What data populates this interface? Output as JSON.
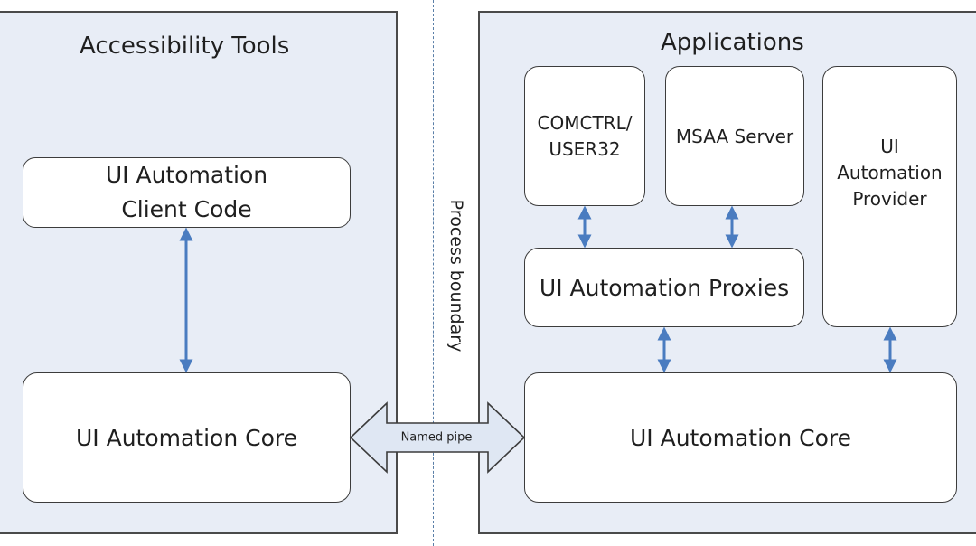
{
  "left_panel": {
    "title": "Accessibility Tools",
    "client_code_line1": "UI Automation",
    "client_code_line2": "Client Code",
    "core": "UI Automation Core"
  },
  "right_panel": {
    "title": "Applications",
    "comctrl_line1": "COMCTRL/",
    "comctrl_line2": "USER32",
    "msaa": "MSAA Server",
    "provider_line1": "UI",
    "provider_line2": "Automation",
    "provider_line3": "Provider",
    "proxies": "UI Automation Proxies",
    "core": "UI Automation Core"
  },
  "process_boundary": "Process boundary",
  "named_pipe": "Named pipe",
  "colors": {
    "panel_fill": "#e8edf6",
    "arrow_blue": "#4a7cc0",
    "pipe_fill": "#dfe7f3",
    "divider": "#5a7fa8"
  }
}
